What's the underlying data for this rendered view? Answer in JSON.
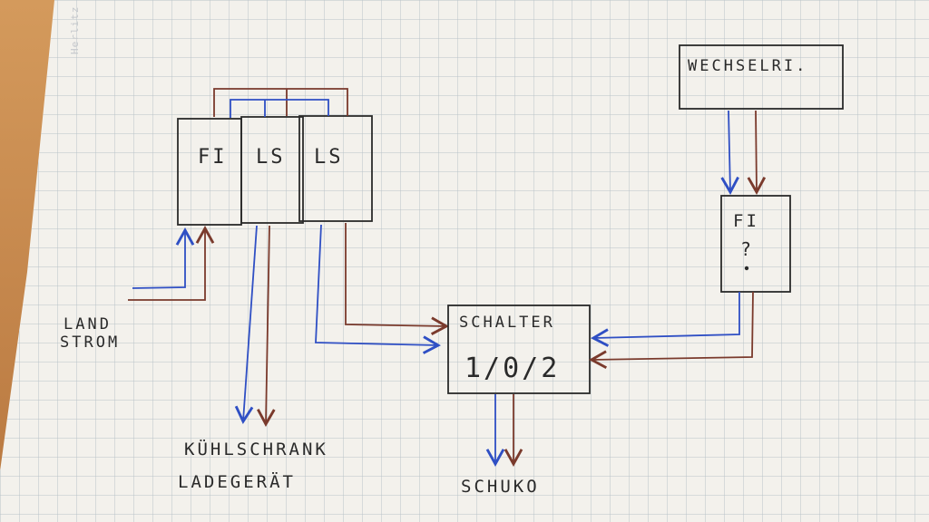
{
  "brand": "Herlitz",
  "colors": {
    "paper": "#f3f1ec",
    "grid": "#b9c2c8",
    "ink": "#2a2a2a",
    "neutral_wire": "#2f4fc4",
    "live_wire": "#7a3a2c"
  },
  "diagram": {
    "boxes": {
      "fi": "FI",
      "ls1": "LS",
      "ls2": "LS",
      "wechselrichter": "WECHSELRI.",
      "fi2": "FI",
      "fi2_question": "?",
      "schalter_title": "SCHALTER",
      "schalter_positions": "1/0/2"
    },
    "labels": {
      "landstrom_line1": "LAND",
      "landstrom_line2": "STROM",
      "kuehlschrank": "KÜHLSCHRANK",
      "ladegeraet": "LADEGERÄT",
      "schuko": "SCHUKO"
    }
  }
}
